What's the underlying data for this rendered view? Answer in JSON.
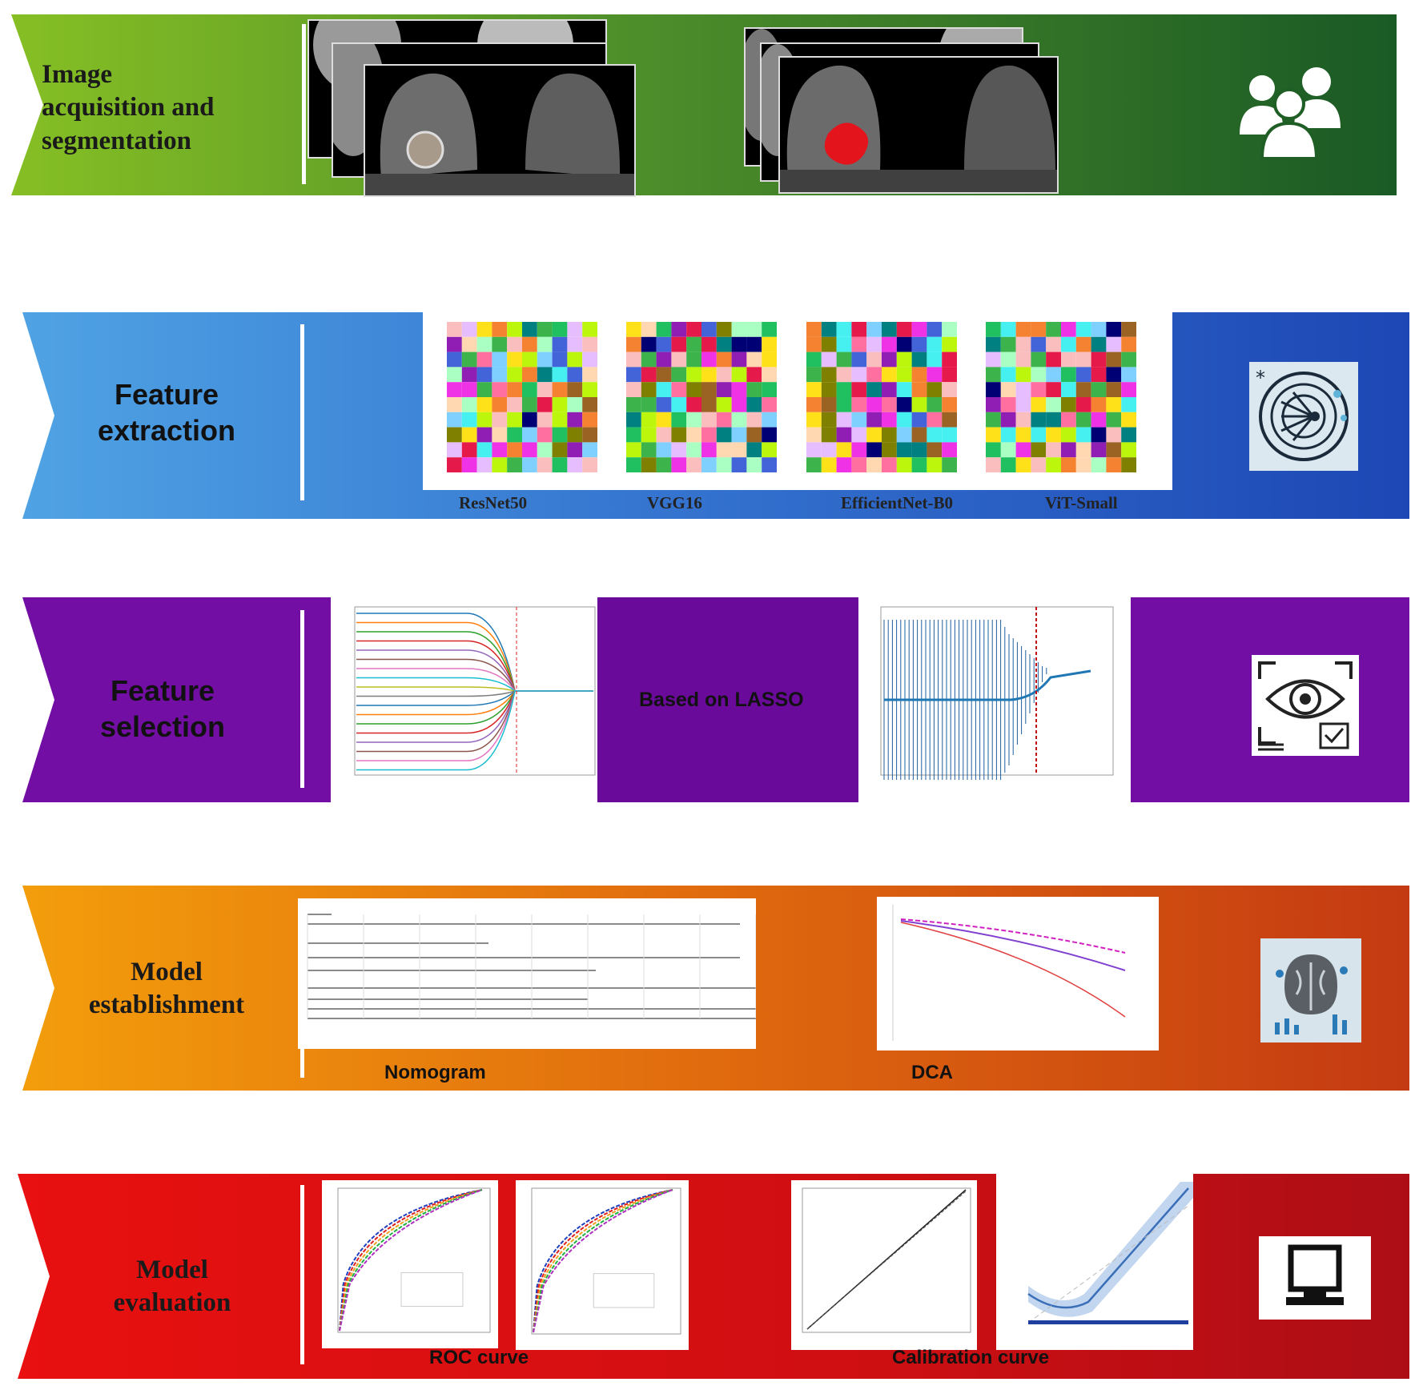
{
  "stages": [
    {
      "id": "acquisition",
      "title_lines": [
        "Image",
        "acquisition and",
        "segmentation"
      ],
      "colors": [
        "#86bf24",
        "#1a5a25"
      ],
      "icon": "people-group-icon"
    },
    {
      "id": "extraction",
      "title_lines": [
        "Feature",
        "extraction"
      ],
      "colors": [
        "#4a9fe0",
        "#1f4cb8"
      ],
      "icon": "ai-brain-circuit-icon",
      "models": [
        "ResNet50",
        "VGG16",
        "EfficientNet-B0",
        "ViT-Small"
      ]
    },
    {
      "id": "selection",
      "title_lines": [
        "Feature",
        "selection"
      ],
      "colors": [
        "#7c15a8",
        "#6a0a9a"
      ],
      "icon": "eye-gear-check-icon",
      "center_text": "Based on LASSO"
    },
    {
      "id": "establishment",
      "title_lines": [
        "Model",
        "establishment"
      ],
      "colors": [
        "#f29a0a",
        "#c83a10"
      ],
      "icon": "brain-chart-icon",
      "captions": [
        "Nomogram",
        "DCA"
      ]
    },
    {
      "id": "evaluation",
      "title_lines": [
        "Model",
        "evaluation"
      ],
      "colors": [
        "#e41010",
        "#b80e14"
      ],
      "icon": "monitor-icon",
      "captions": [
        "ROC curve",
        "Calibration curve"
      ]
    }
  ]
}
